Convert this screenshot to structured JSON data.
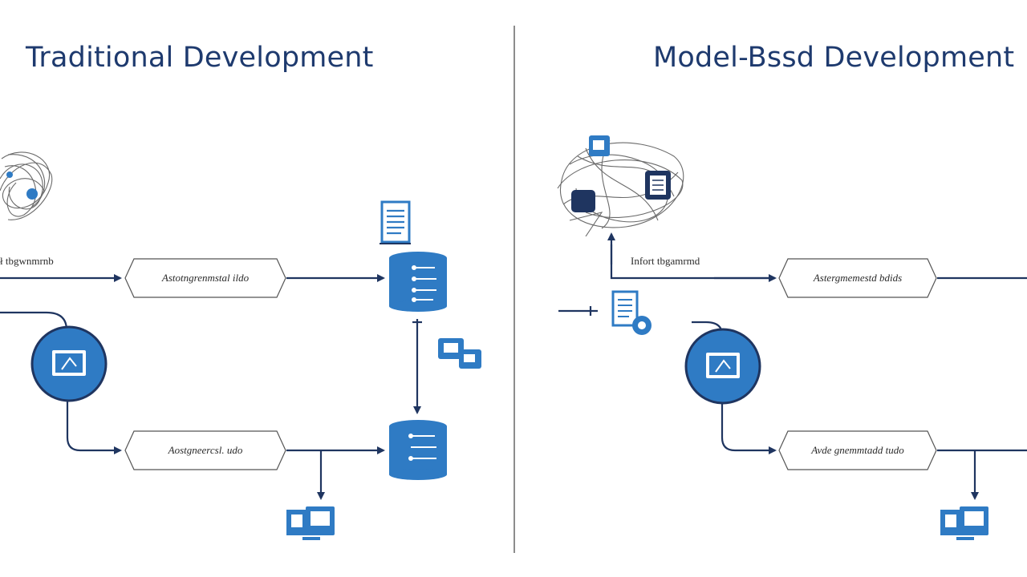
{
  "left": {
    "title": "Traditional Development",
    "input_label": "ł tbgwnmrnb",
    "process_1": "Astotngrenmstal ildo",
    "process_2": "Aostgneercsl. udo"
  },
  "right": {
    "title": "Model-Bssd Development",
    "input_label": "Infort tbgamrmd",
    "process_1": "Astergmemestd bdids",
    "process_2": "Avde gnemmtadd tudo"
  },
  "colors": {
    "title": "#1e3a6e",
    "line": "#1f3560",
    "accent": "#2f7bc4",
    "divider": "#8c8c8c"
  },
  "icons": [
    "tangled-network-icon",
    "document-icon",
    "database-icon",
    "chat-bubbles-icon",
    "monitor-circle-icon",
    "desktop-icon",
    "document-gear-icon",
    "chip-icon"
  ]
}
